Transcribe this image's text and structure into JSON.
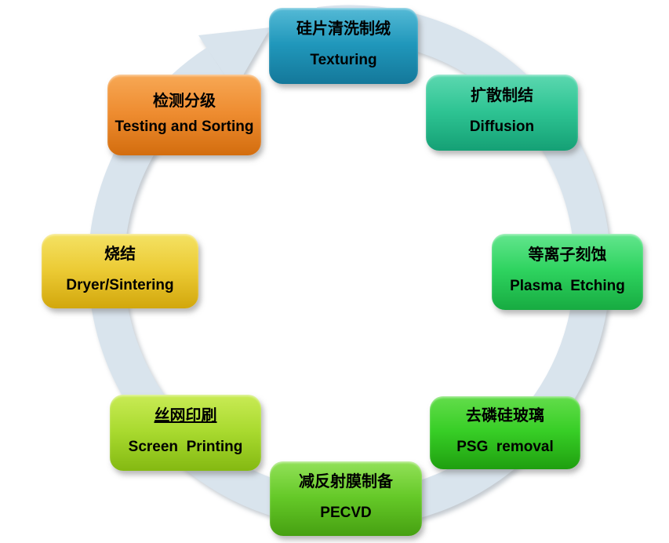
{
  "diagram": {
    "description": "Solar cell manufacturing process cycle",
    "background_color": "#ffffff"
  },
  "ring": {
    "color": "#d9e4ed",
    "direction": "clockwise"
  },
  "steps": [
    {
      "id": "texturing",
      "zh": "硅片清洗制绒",
      "en": "Texturing",
      "color_top": "#55bad6",
      "color_mid": "#2097bb",
      "color_bottom": "#14789a"
    },
    {
      "id": "diffusion",
      "zh": "扩散制结",
      "en": "Diffusion",
      "color_top": "#5cd8b0",
      "color_mid": "#2ec493",
      "color_bottom": "#15a075"
    },
    {
      "id": "plasma-etching",
      "zh": "等离子刻蚀",
      "en": "Plasma  Etching",
      "color_top": "#63e68e",
      "color_mid": "#2ed35f",
      "color_bottom": "#17ab41"
    },
    {
      "id": "psg-removal",
      "zh": "去磷硅玻璃",
      "en": "PSG  removal",
      "color_top": "#63dd4b",
      "color_mid": "#37ce26",
      "color_bottom": "#1f9f0f"
    },
    {
      "id": "pecvd",
      "zh": "减反射膜制备",
      "en": "PECVD",
      "color_top": "#92e158",
      "color_mid": "#65c928",
      "color_bottom": "#46a011"
    },
    {
      "id": "screen-printing",
      "zh": "丝网印刷",
      "en": "Screen  Printing",
      "zh_underline": true,
      "color_top": "#c9eb55",
      "color_mid": "#a9da2f",
      "color_bottom": "#84b912"
    },
    {
      "id": "sintering",
      "zh": "烧结",
      "en": "Dryer/Sintering",
      "color_top": "#f4e264",
      "color_mid": "#eccb35",
      "color_bottom": "#d2a70c"
    },
    {
      "id": "testing-sorting",
      "zh": "检测分级",
      "en": "Testing and Sorting",
      "color_top": "#f7a855",
      "color_mid": "#ee8c30",
      "color_bottom": "#d36d0e"
    }
  ]
}
